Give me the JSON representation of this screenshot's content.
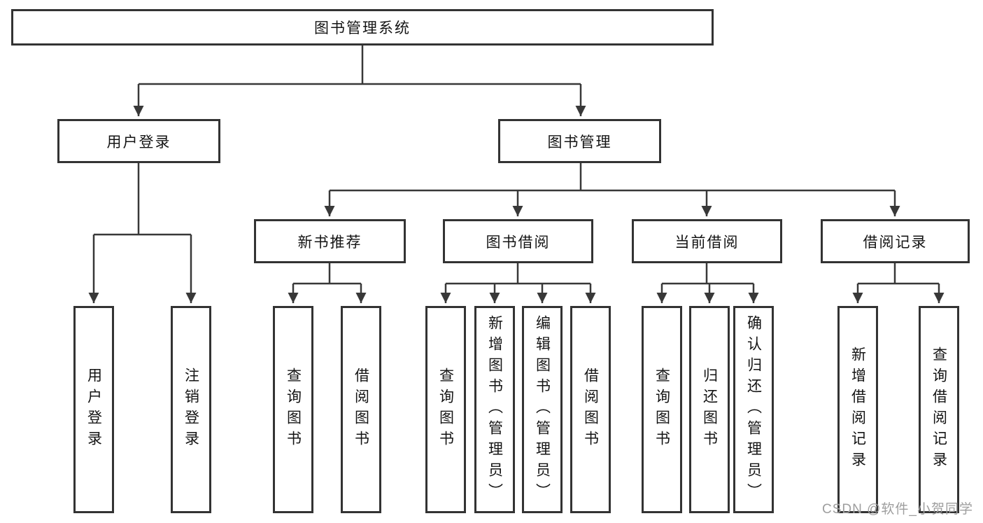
{
  "page": {
    "background": "#ffffff",
    "line_color": "#383838",
    "box_border_color": "#333333",
    "text_color": "#141414",
    "watermark_color": "#9e9e9e"
  },
  "tree": {
    "root": {
      "label": "图书管理系统"
    },
    "level2": [
      {
        "label": "用户登录"
      },
      {
        "label": "图书管理"
      }
    ],
    "level3": [
      {
        "label": "新书推荐"
      },
      {
        "label": "图书借阅"
      },
      {
        "label": "当前借阅"
      },
      {
        "label": "借阅记录"
      }
    ],
    "leaves": {
      "user_login": [
        "用户登录",
        "注销登录"
      ],
      "new_books": [
        "查询图书",
        "借阅图书"
      ],
      "book_borrow": [
        "查询图书",
        "新增图书（管理员）",
        "编辑图书（管理员）",
        "借阅图书"
      ],
      "current_borrow": [
        "查询图书",
        "归还图书",
        "确认归还（管理员）"
      ],
      "borrow_records": [
        "新增借阅记录",
        "查询借阅记录"
      ]
    }
  },
  "watermark": {
    "text": "CSDN @软件_小贺同学"
  }
}
